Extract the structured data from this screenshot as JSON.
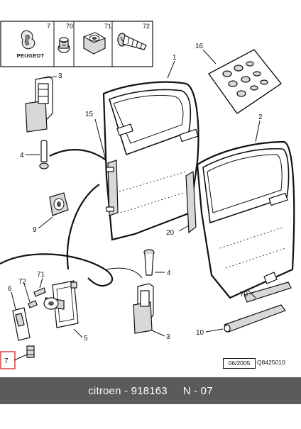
{
  "header": {
    "brand": "PEUGEOT",
    "cells": [
      "7",
      "70",
      "71",
      "72"
    ]
  },
  "callouts": {
    "c1": "1",
    "c2": "2",
    "c3a": "3",
    "c3b": "3",
    "c4a": "4",
    "c4b": "4",
    "c5": "5",
    "c6": "6",
    "c7": "7",
    "c9": "9",
    "c10": "10",
    "c15": "15",
    "c16": "16",
    "c20": "20",
    "c70": "70",
    "c71": "71",
    "c72": "72"
  },
  "reference": {
    "date": "06/2005",
    "code": "Q8425010"
  },
  "footer": {
    "brand": "citroen",
    "part_number": "918163",
    "page": "N - 07"
  }
}
